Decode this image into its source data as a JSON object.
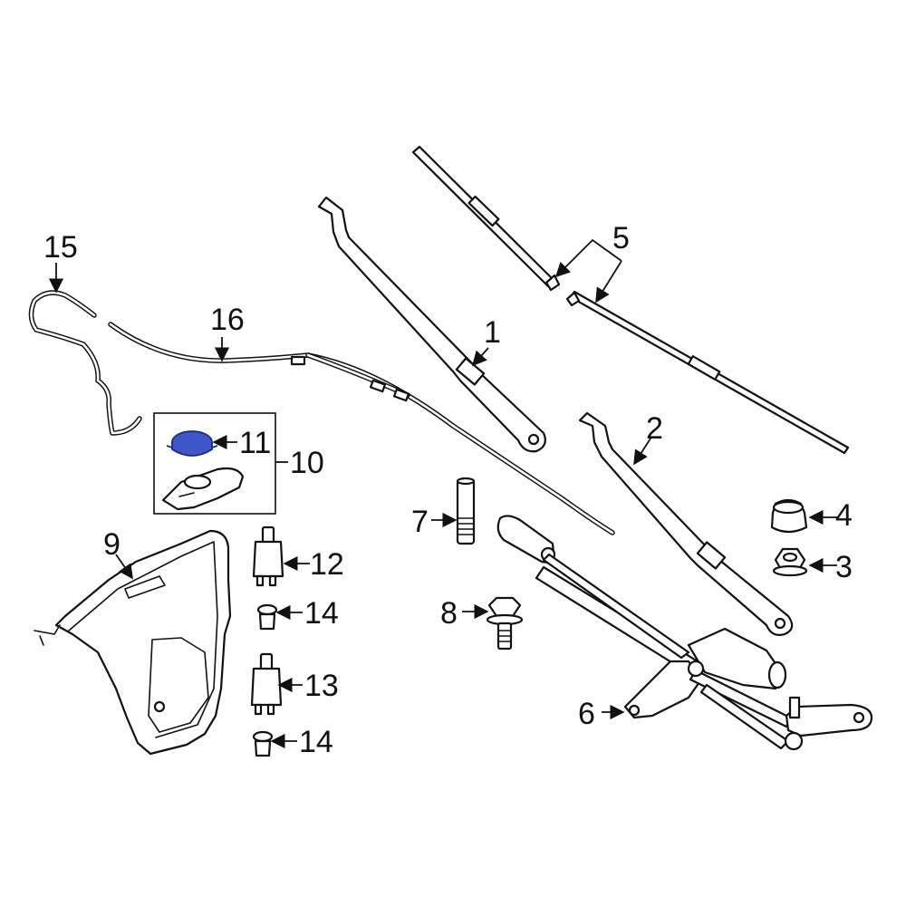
{
  "callouts": {
    "c1": "1",
    "c2": "2",
    "c3": "3",
    "c4": "4",
    "c5": "5",
    "c6": "6",
    "c7": "7",
    "c8": "8",
    "c9": "9",
    "c10": "10",
    "c11": "11",
    "c12": "12",
    "c13": "13",
    "c14a": "14",
    "c14b": "14",
    "c15": "15",
    "c16": "16"
  },
  "colors": {
    "highlight": "#3f56c9",
    "highlight_dark": "#1c2a80",
    "line": "#111111",
    "background": "#ffffff"
  },
  "highlighted_part": "11"
}
